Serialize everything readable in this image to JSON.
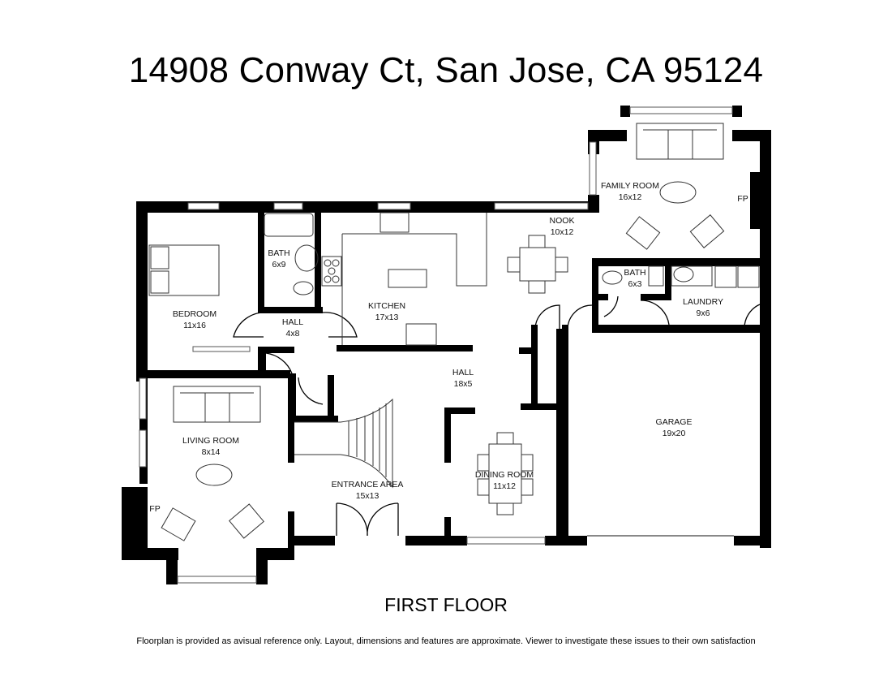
{
  "header": {
    "address": "14908 Conway Ct, San Jose, CA 95124"
  },
  "floor": {
    "label": "FIRST FLOOR"
  },
  "footer": {
    "disclaimer": "Floorplan is provided as avisual reference only. Layout, dimensions and features are approximate. Viewer to investigate these issues to their own satisfaction"
  },
  "rooms": {
    "bedroom": {
      "name": "BEDROOM",
      "size": "11x16"
    },
    "bath1": {
      "name": "BATH",
      "size": "6x9"
    },
    "hall1": {
      "name": "HALL",
      "size": "4x8"
    },
    "kitchen": {
      "name": "KITCHEN",
      "size": "17x13"
    },
    "nook": {
      "name": "NOOK",
      "size": "10x12"
    },
    "family_room": {
      "name": "FAMILY ROOM",
      "size": "16x12"
    },
    "family_fp": {
      "name": "FP"
    },
    "bath2": {
      "name": "BATH",
      "size": "6x3"
    },
    "laundry": {
      "name": "LAUNDRY",
      "size": "9x6"
    },
    "hall2": {
      "name": "HALL",
      "size": "18x5"
    },
    "garage": {
      "name": "GARAGE",
      "size": "19x20"
    },
    "living_room": {
      "name": "LIVING ROOM",
      "size": "8x14"
    },
    "living_fp": {
      "name": "FP"
    },
    "entrance": {
      "name": "ENTRANCE AREA",
      "size": "15x13"
    },
    "dining_room": {
      "name": "DINING ROOM",
      "size": "11x12"
    }
  }
}
